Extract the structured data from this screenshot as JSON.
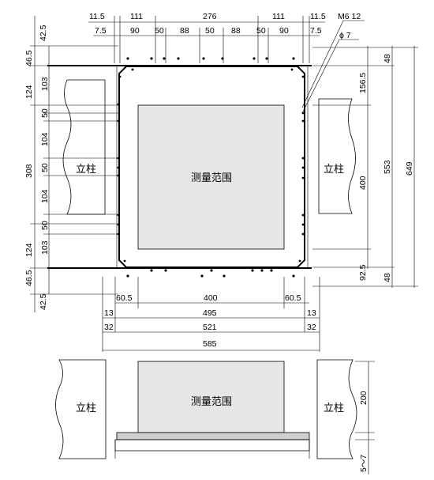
{
  "labels": {
    "pillar": "立柱",
    "measure_area": "测量范围",
    "bolt": "M6 12",
    "hole_dia": "ϕ 7"
  },
  "dims": {
    "top_row1": [
      "11.5",
      "111",
      "276",
      "111",
      "11.5"
    ],
    "top_row2": [
      "7.5",
      "90",
      "50",
      "88",
      "50",
      "88",
      "50",
      "90",
      "7.5"
    ],
    "left_outer": [
      "42.5",
      "46.5",
      "124",
      "308",
      "124",
      "46.5",
      "42.5"
    ],
    "left_inner": [
      "103",
      "50",
      "104",
      "50",
      "104",
      "50",
      "103"
    ],
    "right_col1": [
      "48",
      "156.5",
      "400",
      "92.5",
      "48"
    ],
    "right_col2": [
      "553"
    ],
    "right_col3": [
      "649"
    ],
    "bottom_row1": [
      "60.5",
      "400",
      "60.5"
    ],
    "bottom_row2": [
      "13",
      "495",
      "13"
    ],
    "bottom_row3": [
      "32",
      "521",
      "32"
    ],
    "bottom_row4": [
      "585"
    ],
    "side_view": [
      "200",
      "5～7"
    ]
  }
}
